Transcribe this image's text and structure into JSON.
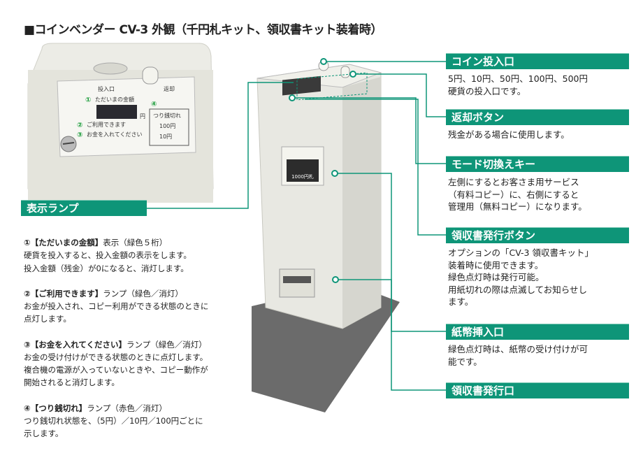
{
  "title": "■コインベンダー CV-3 外観（千円札キット、領収書キット装着時）",
  "colors": {
    "accent": "#0e9578",
    "line": "#0e9578",
    "stand": "#6b6b6b",
    "body": "#e6e6e0"
  },
  "panel_photo": {
    "coin_slot": "投入口",
    "return": "返却",
    "display_label": "ただいまの金額",
    "yen": "円",
    "lamp2": "ご利用できます",
    "lamp3": "お金を入れてください",
    "lamp4": "つり銭切れ",
    "lamp4_100": "100円",
    "lamp4_10": "10円",
    "n1": "①",
    "n2": "②",
    "n3": "③",
    "n4": "④"
  },
  "bill_label": "1000円札",
  "left": {
    "heading": "表示ランプ",
    "items": [
      {
        "head": "①【ただいまの金額】",
        "tail": "表示（緑色５桁）",
        "desc": "硬貨を投入すると、投入金額の表示をします。\n投入金額（残金）が0になると、消灯します。"
      },
      {
        "head": "②【ご利用できます】",
        "tail": "ランプ（緑色／消灯）",
        "desc": "お金が投入され、コピー利用ができる状態のときに\n点灯します。"
      },
      {
        "head": "③【お金を入れてください】",
        "tail": "ランプ（緑色／消灯）",
        "desc": "お金の受け付けができる状態のときに点灯します。\n複合機の電源が入っていないときや、コピー動作が\n開始されると消灯します。"
      },
      {
        "head": "④【つり銭切れ】",
        "tail": "ランプ（赤色／消灯）",
        "desc": "つり銭切れ状態を、（5円）／10円／100円ごとに\n示します。"
      }
    ]
  },
  "right": [
    {
      "label": "コイン投入口",
      "desc": "5円、10円、50円、100円、500円\n硬貨の投入口です。"
    },
    {
      "label": "返却ボタン",
      "desc": "残金がある場合に使用します。"
    },
    {
      "label": "モード切換えキー",
      "desc": "左側にするとお客さま用サービス\n（有料コピー）に、右側にすると\n管理用（無料コピー）になります。"
    },
    {
      "label": "領収書発行ボタン",
      "desc": "オプションの「CV-3 領収書キット」\n装着時に使用できます。\n緑色点灯時は発行可能。\n用紙切れの際は点滅してお知らせし\nます。"
    },
    {
      "label": "紙幣挿入口",
      "desc": "緑色点灯時は、紙幣の受け付けが可\n能です。"
    },
    {
      "label": "領収書発行口",
      "desc": ""
    }
  ]
}
